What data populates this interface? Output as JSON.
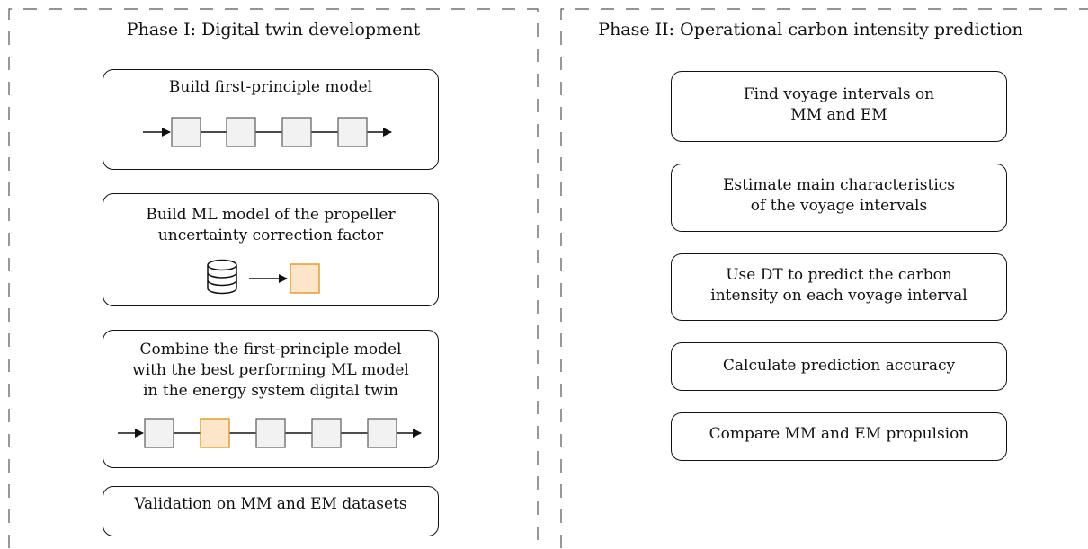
{
  "phase1": {
    "title": "Phase I: Digital twin development",
    "steps": [
      {
        "lines": [
          "Build first-principle model"
        ]
      },
      {
        "lines": [
          "Build ML model of the propeller",
          "uncertainty correction factor"
        ]
      },
      {
        "lines": [
          "Combine the first-principle model",
          "with the best performing ML model",
          "in the energy system digital twin"
        ]
      },
      {
        "lines": [
          "Validation on MM and EM datasets"
        ]
      }
    ]
  },
  "phase2": {
    "title": "Phase II: Operational carbon intensity prediction",
    "steps": [
      {
        "lines": [
          "Find voyage intervals on",
          "MM and EM"
        ]
      },
      {
        "lines": [
          "Estimate main characteristics",
          "of the voyage intervals"
        ]
      },
      {
        "lines": [
          "Use DT to predict the carbon",
          "intensity on each voyage interval"
        ]
      },
      {
        "lines": [
          "Calculate prediction accuracy"
        ]
      },
      {
        "lines": [
          "Compare MM and EM propulsion"
        ]
      }
    ]
  },
  "colors": {
    "block_fill": "#f2f2f2",
    "block_stroke": "#666666",
    "ml_block_fill": "#fde5c9",
    "ml_block_stroke": "#e0981e",
    "line": "#111111"
  },
  "icons": {
    "database": "database-icon",
    "arrow": "arrow-right-icon"
  }
}
